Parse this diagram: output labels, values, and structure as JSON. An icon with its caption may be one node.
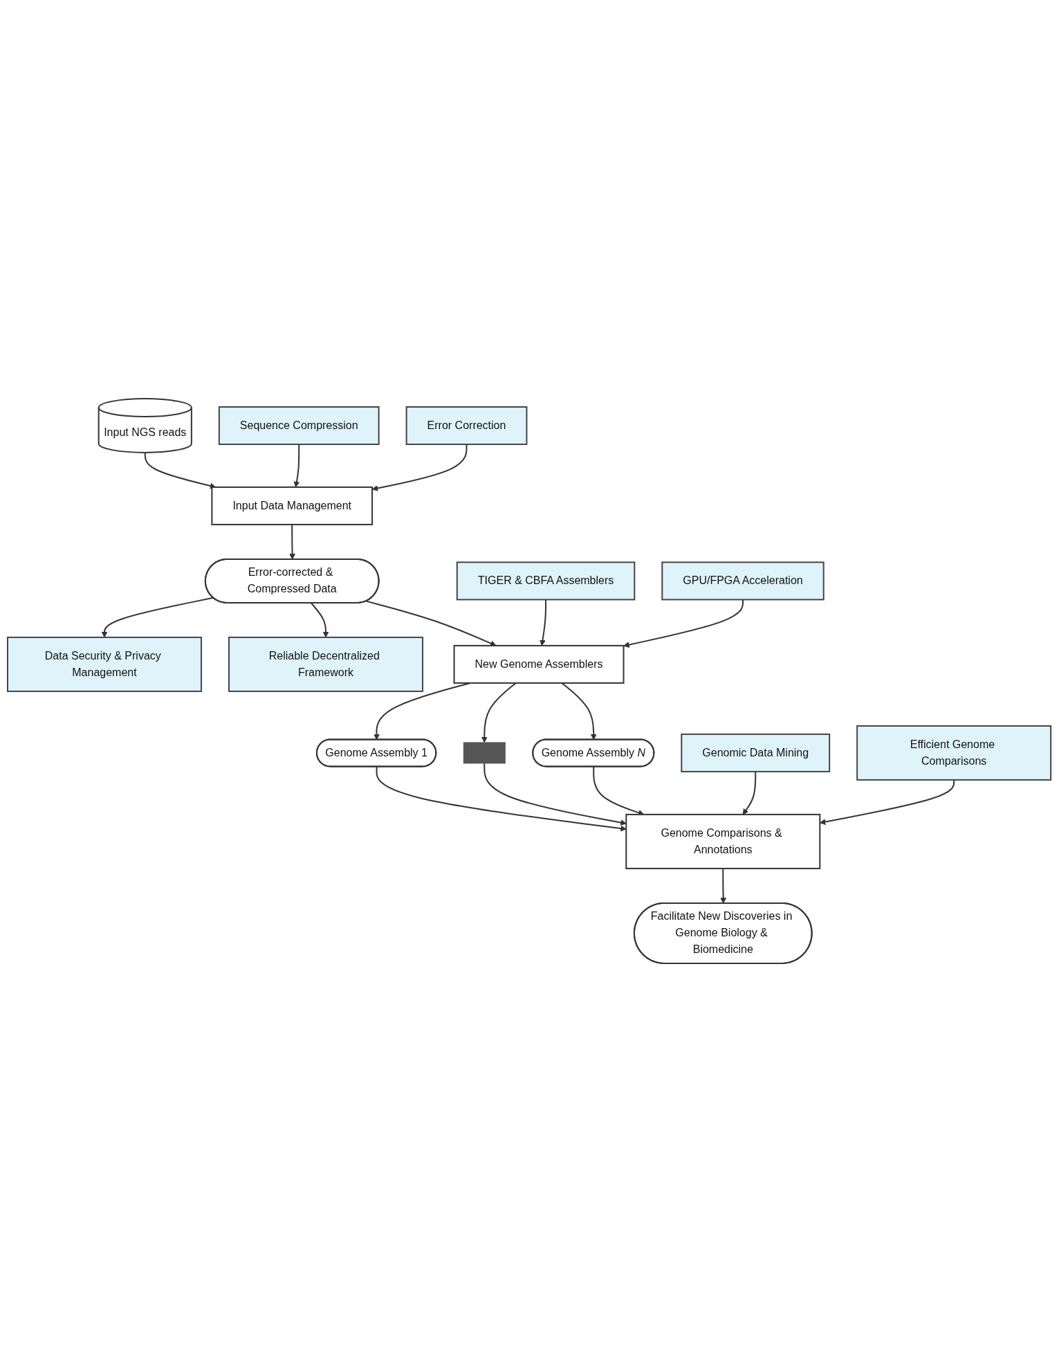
{
  "diagram": {
    "nodes": [
      {
        "text": [
          "Input NGS reads"
        ]
      },
      {
        "text": [
          "Sequence Compression"
        ]
      },
      {
        "text": [
          "Input Data Management"
        ]
      },
      {
        "text": [
          "Error Correction"
        ]
      },
      {
        "text": [
          "Data Security & Privacy Management"
        ]
      },
      {
        "text": [
          "Error-corrected & Compressed Data"
        ]
      },
      {
        "text": [
          "Reliable Decentralized Framework"
        ]
      },
      {
        "text": [
          "TIGER & CBFA Assemblers"
        ]
      },
      {
        "text": [
          "New Genome Assemblers"
        ]
      },
      {
        "text": [
          "GPU/FPGA Acceleration"
        ]
      },
      {
        "text": [
          "Genome Assembly 1"
        ]
      },
      {
        "text": [],
        "shape": "bar"
      },
      {
        "text": [
          "Genome Assembly *N*"
        ]
      },
      {
        "text": [
          "Genomic Data Mining"
        ]
      },
      {
        "text": [
          "Genome Comparisons & Annotations"
        ]
      },
      {
        "text": [
          "Efficient Genome Comparisons"
        ]
      },
      {
        "text": [
          "Facilitate New Discoveries in Genome Biology & Biomedicine"
        ]
      }
    ],
    "edges": [
      {
        "from": 0,
        "to": 2,
        "arrow": "to"
      },
      {
        "from": 1,
        "to": 2,
        "arrow": "to"
      },
      {
        "from": 3,
        "to": 2,
        "arrow": "to"
      },
      {
        "from": 2,
        "to": 5,
        "arrow": "to"
      },
      {
        "from": 5,
        "to": 4,
        "arrow": "to"
      },
      {
        "from": 5,
        "to": 6,
        "arrow": "to"
      },
      {
        "from": 5,
        "to": 8,
        "arrow": "to"
      },
      {
        "from": 7,
        "to": 8,
        "arrow": "to"
      },
      {
        "from": 9,
        "to": 8,
        "arrow": "to"
      },
      {
        "from": 8,
        "to": 10,
        "arrow": "to"
      },
      {
        "from": 8,
        "to": 11,
        "arrow": "to"
      },
      {
        "from": 8,
        "to": 12,
        "arrow": "to"
      },
      {
        "from": 10,
        "to": 14,
        "arrow": "to"
      },
      {
        "from": 11,
        "to": 14,
        "arrow": "to"
      },
      {
        "from": 12,
        "to": 14,
        "arrow": "to"
      },
      {
        "from": 13,
        "to": 14,
        "arrow": "to"
      },
      {
        "from": 15,
        "to": 14,
        "arrow": "to"
      },
      {
        "from": 14,
        "to": 16,
        "arrow": "to"
      }
    ]
  }
}
